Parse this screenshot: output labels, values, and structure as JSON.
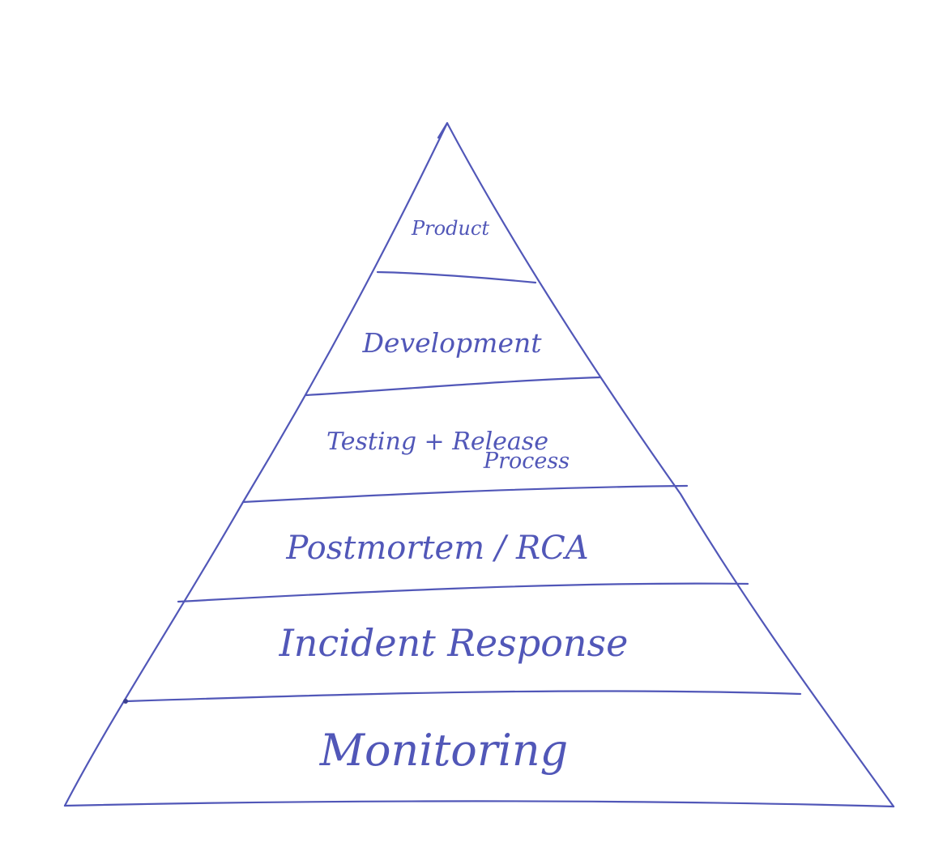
{
  "diagram": {
    "type": "pyramid",
    "ink_color": "#5157b8",
    "levels_top_to_bottom": [
      "Product",
      "Development",
      "Testing + Release",
      "Process",
      "Postmortem / RCA",
      "Incident Response",
      "Monitoring"
    ]
  }
}
